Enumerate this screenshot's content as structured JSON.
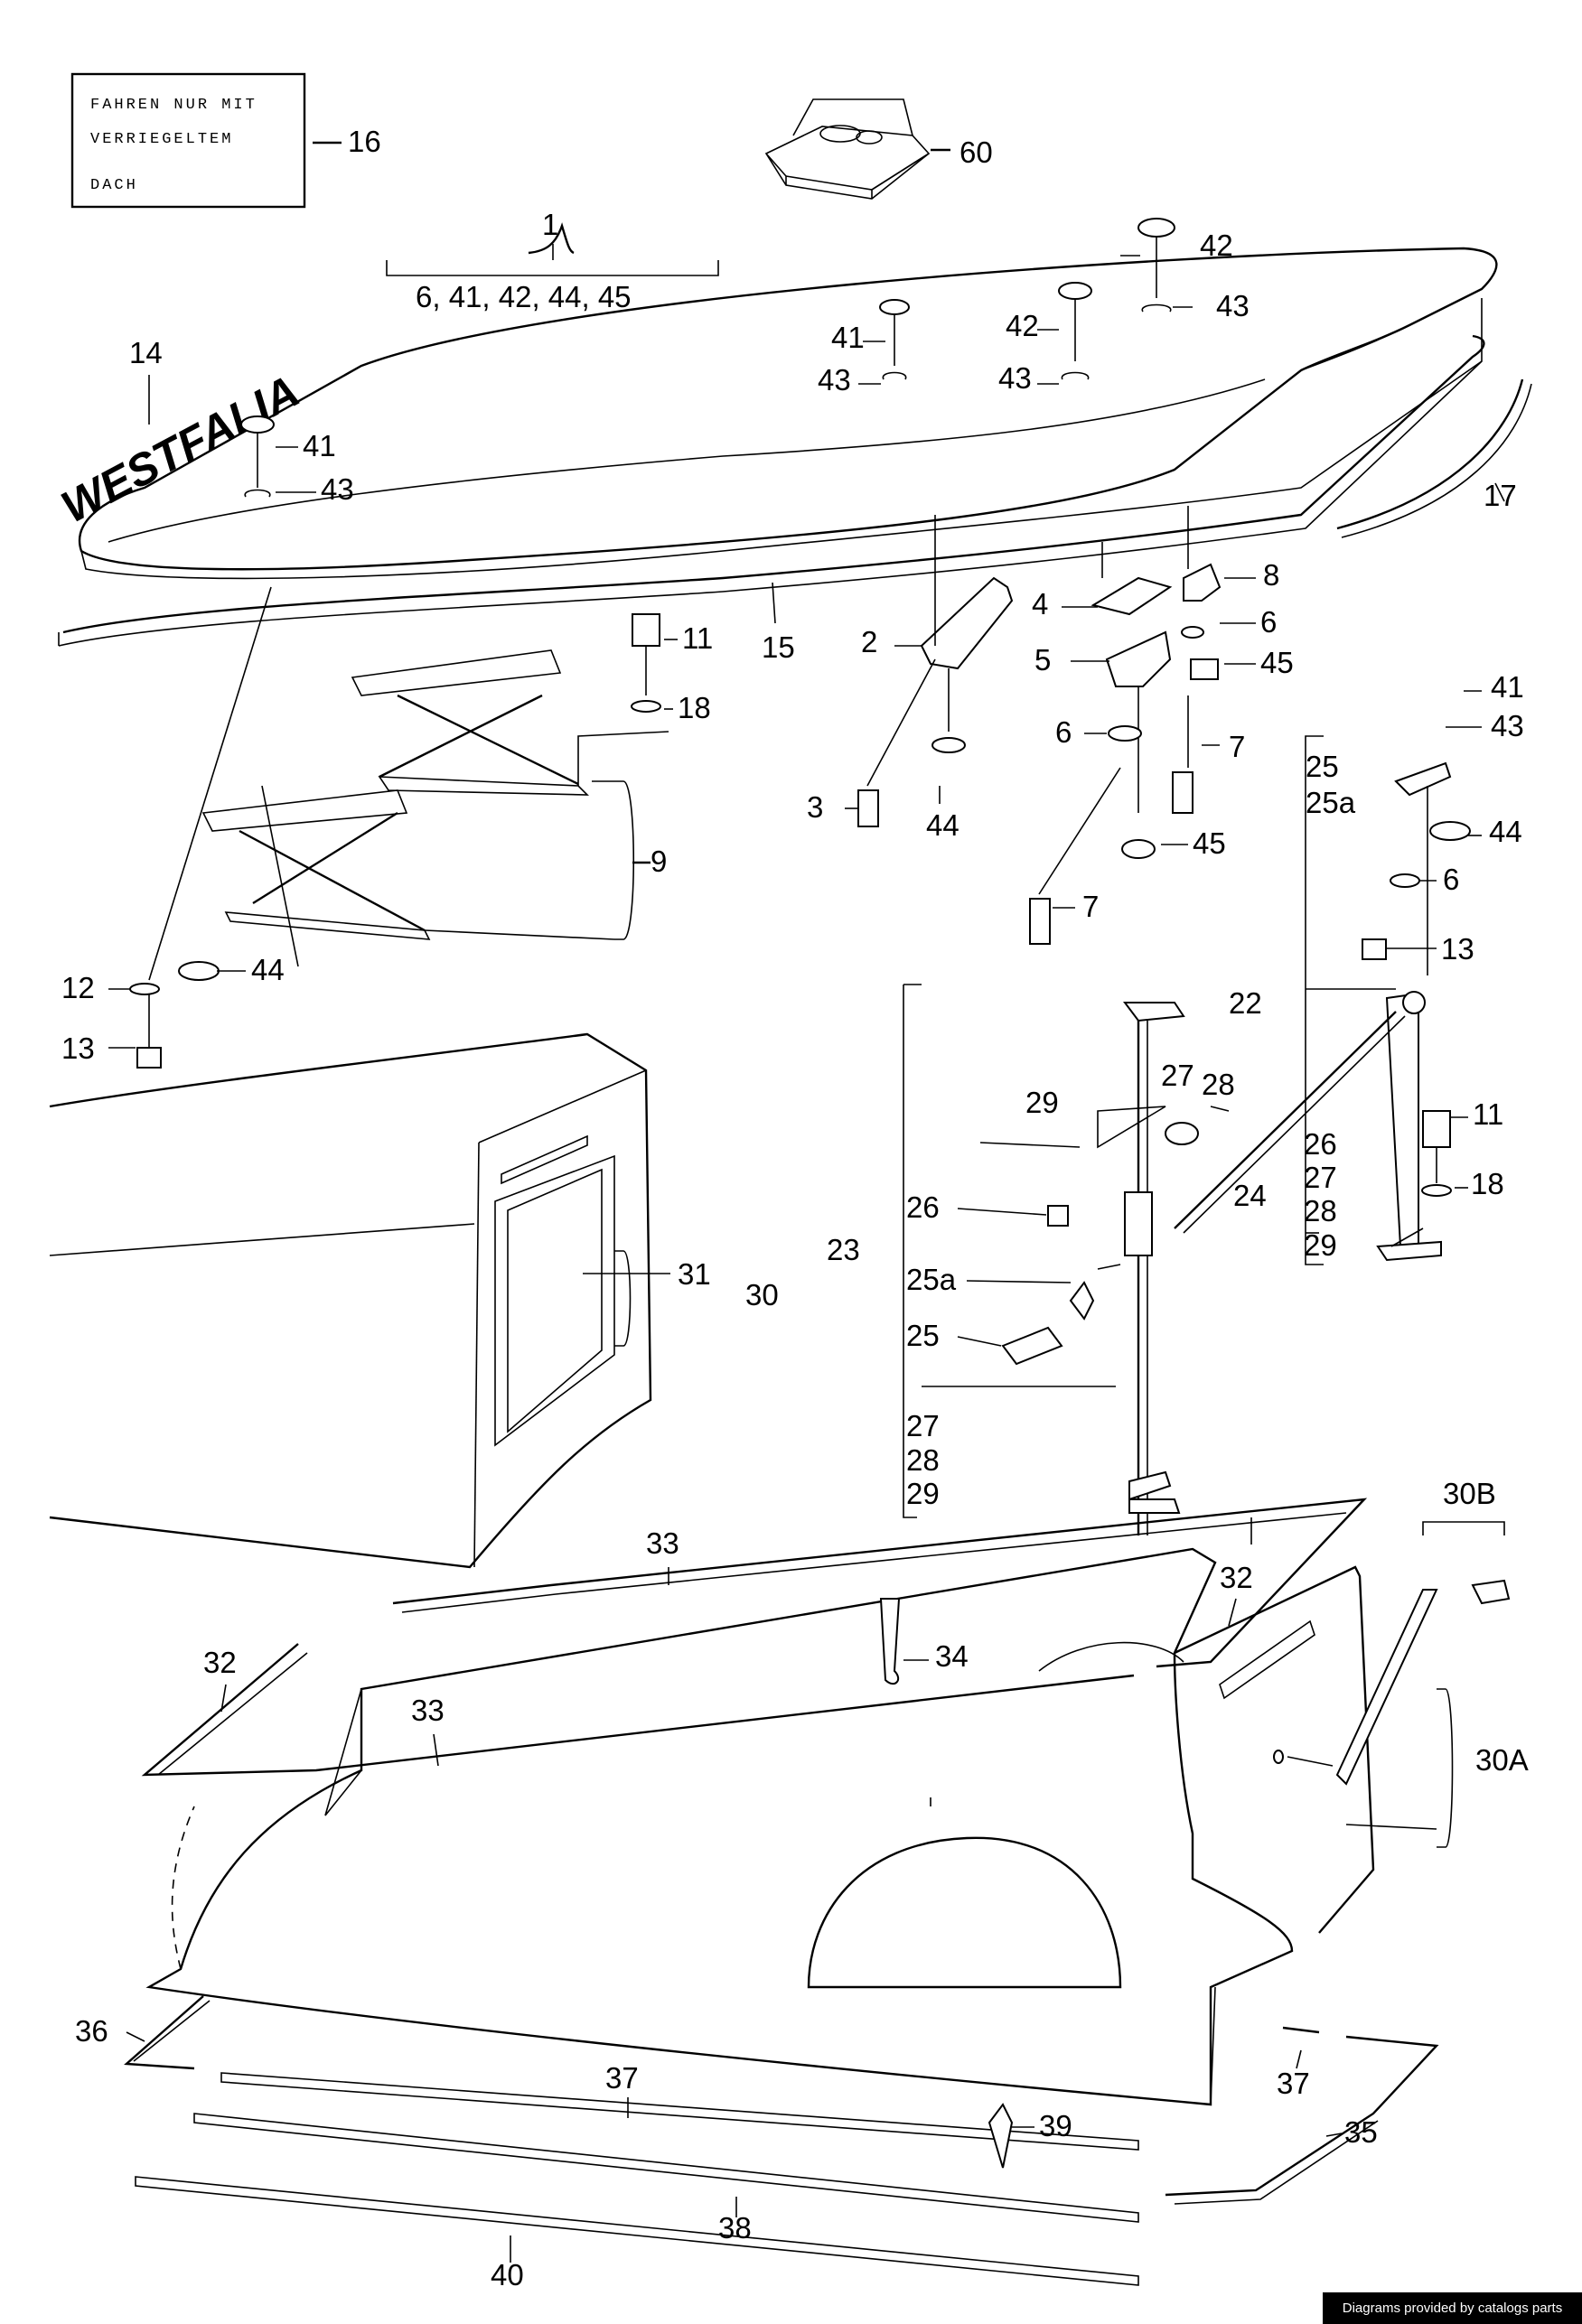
{
  "sign_lines": [
    "FAHREN NUR MIT",
    "VERRIEGELTEM",
    "DACH"
  ],
  "brand": "WESTFALIA",
  "kit_group": "6, 41, 42, 44, 45",
  "callouts": [
    {
      "id": "c16",
      "text": "16"
    },
    {
      "id": "c60",
      "text": "60"
    },
    {
      "id": "c1",
      "text": "1"
    },
    {
      "id": "c42a",
      "text": "42"
    },
    {
      "id": "c43a",
      "text": "43"
    },
    {
      "id": "c41b",
      "text": "41"
    },
    {
      "id": "c43b",
      "text": "43"
    },
    {
      "id": "c42b",
      "text": "42"
    },
    {
      "id": "c43c",
      "text": "43"
    },
    {
      "id": "c14",
      "text": "14"
    },
    {
      "id": "c41a",
      "text": "41"
    },
    {
      "id": "c43d",
      "text": "43"
    },
    {
      "id": "c17",
      "text": "17"
    },
    {
      "id": "c15",
      "text": "15"
    },
    {
      "id": "c2",
      "text": "2"
    },
    {
      "id": "c4",
      "text": "4"
    },
    {
      "id": "c5",
      "text": "5"
    },
    {
      "id": "c8",
      "text": "8"
    },
    {
      "id": "c6a",
      "text": "6"
    },
    {
      "id": "c45a",
      "text": "45"
    },
    {
      "id": "c11a",
      "text": "11"
    },
    {
      "id": "c18a",
      "text": "18"
    },
    {
      "id": "c6b",
      "text": "6"
    },
    {
      "id": "c7a",
      "text": "7"
    },
    {
      "id": "c3",
      "text": "3"
    },
    {
      "id": "c44a",
      "text": "44"
    },
    {
      "id": "c45b",
      "text": "45"
    },
    {
      "id": "c7b",
      "text": "7"
    },
    {
      "id": "c9",
      "text": "9"
    },
    {
      "id": "c41c",
      "text": "41"
    },
    {
      "id": "c43e",
      "text": "43"
    },
    {
      "id": "c25",
      "text": "25"
    },
    {
      "id": "c25a",
      "text": "25a"
    },
    {
      "id": "c44b",
      "text": "44"
    },
    {
      "id": "c6c",
      "text": "6"
    },
    {
      "id": "c13a",
      "text": "13"
    },
    {
      "id": "c12",
      "text": "12"
    },
    {
      "id": "c44c",
      "text": "44"
    },
    {
      "id": "c13b",
      "text": "13"
    },
    {
      "id": "c22",
      "text": "22"
    },
    {
      "id": "c27a",
      "text": "27"
    },
    {
      "id": "c28a",
      "text": "28"
    },
    {
      "id": "c29a",
      "text": "29"
    },
    {
      "id": "c11b",
      "text": "11"
    },
    {
      "id": "c24",
      "text": "24"
    },
    {
      "id": "c26a",
      "text": "26"
    },
    {
      "id": "c27b",
      "text": "27"
    },
    {
      "id": "c28b",
      "text": "28"
    },
    {
      "id": "c29b",
      "text": "29"
    },
    {
      "id": "c18b",
      "text": "18"
    },
    {
      "id": "c26b",
      "text": "26"
    },
    {
      "id": "c23",
      "text": "23"
    },
    {
      "id": "c25a2",
      "text": "25a"
    },
    {
      "id": "c25b",
      "text": "25"
    },
    {
      "id": "c31",
      "text": "31"
    },
    {
      "id": "c30",
      "text": "30"
    },
    {
      "id": "c27c",
      "text": "27"
    },
    {
      "id": "c28c",
      "text": "28"
    },
    {
      "id": "c29c",
      "text": "29"
    },
    {
      "id": "c30B",
      "text": "30B"
    },
    {
      "id": "c33a",
      "text": "33"
    },
    {
      "id": "c32a",
      "text": "32"
    },
    {
      "id": "c32b",
      "text": "32"
    },
    {
      "id": "c34",
      "text": "34"
    },
    {
      "id": "c33b",
      "text": "33"
    },
    {
      "id": "c30A",
      "text": "30A"
    },
    {
      "id": "c36",
      "text": "36"
    },
    {
      "id": "c37a",
      "text": "37"
    },
    {
      "id": "c37b",
      "text": "37"
    },
    {
      "id": "c39",
      "text": "39"
    },
    {
      "id": "c35",
      "text": "35"
    },
    {
      "id": "c38",
      "text": "38"
    },
    {
      "id": "c40",
      "text": "40"
    }
  ],
  "credit": "Diagrams provided by catalogs parts"
}
